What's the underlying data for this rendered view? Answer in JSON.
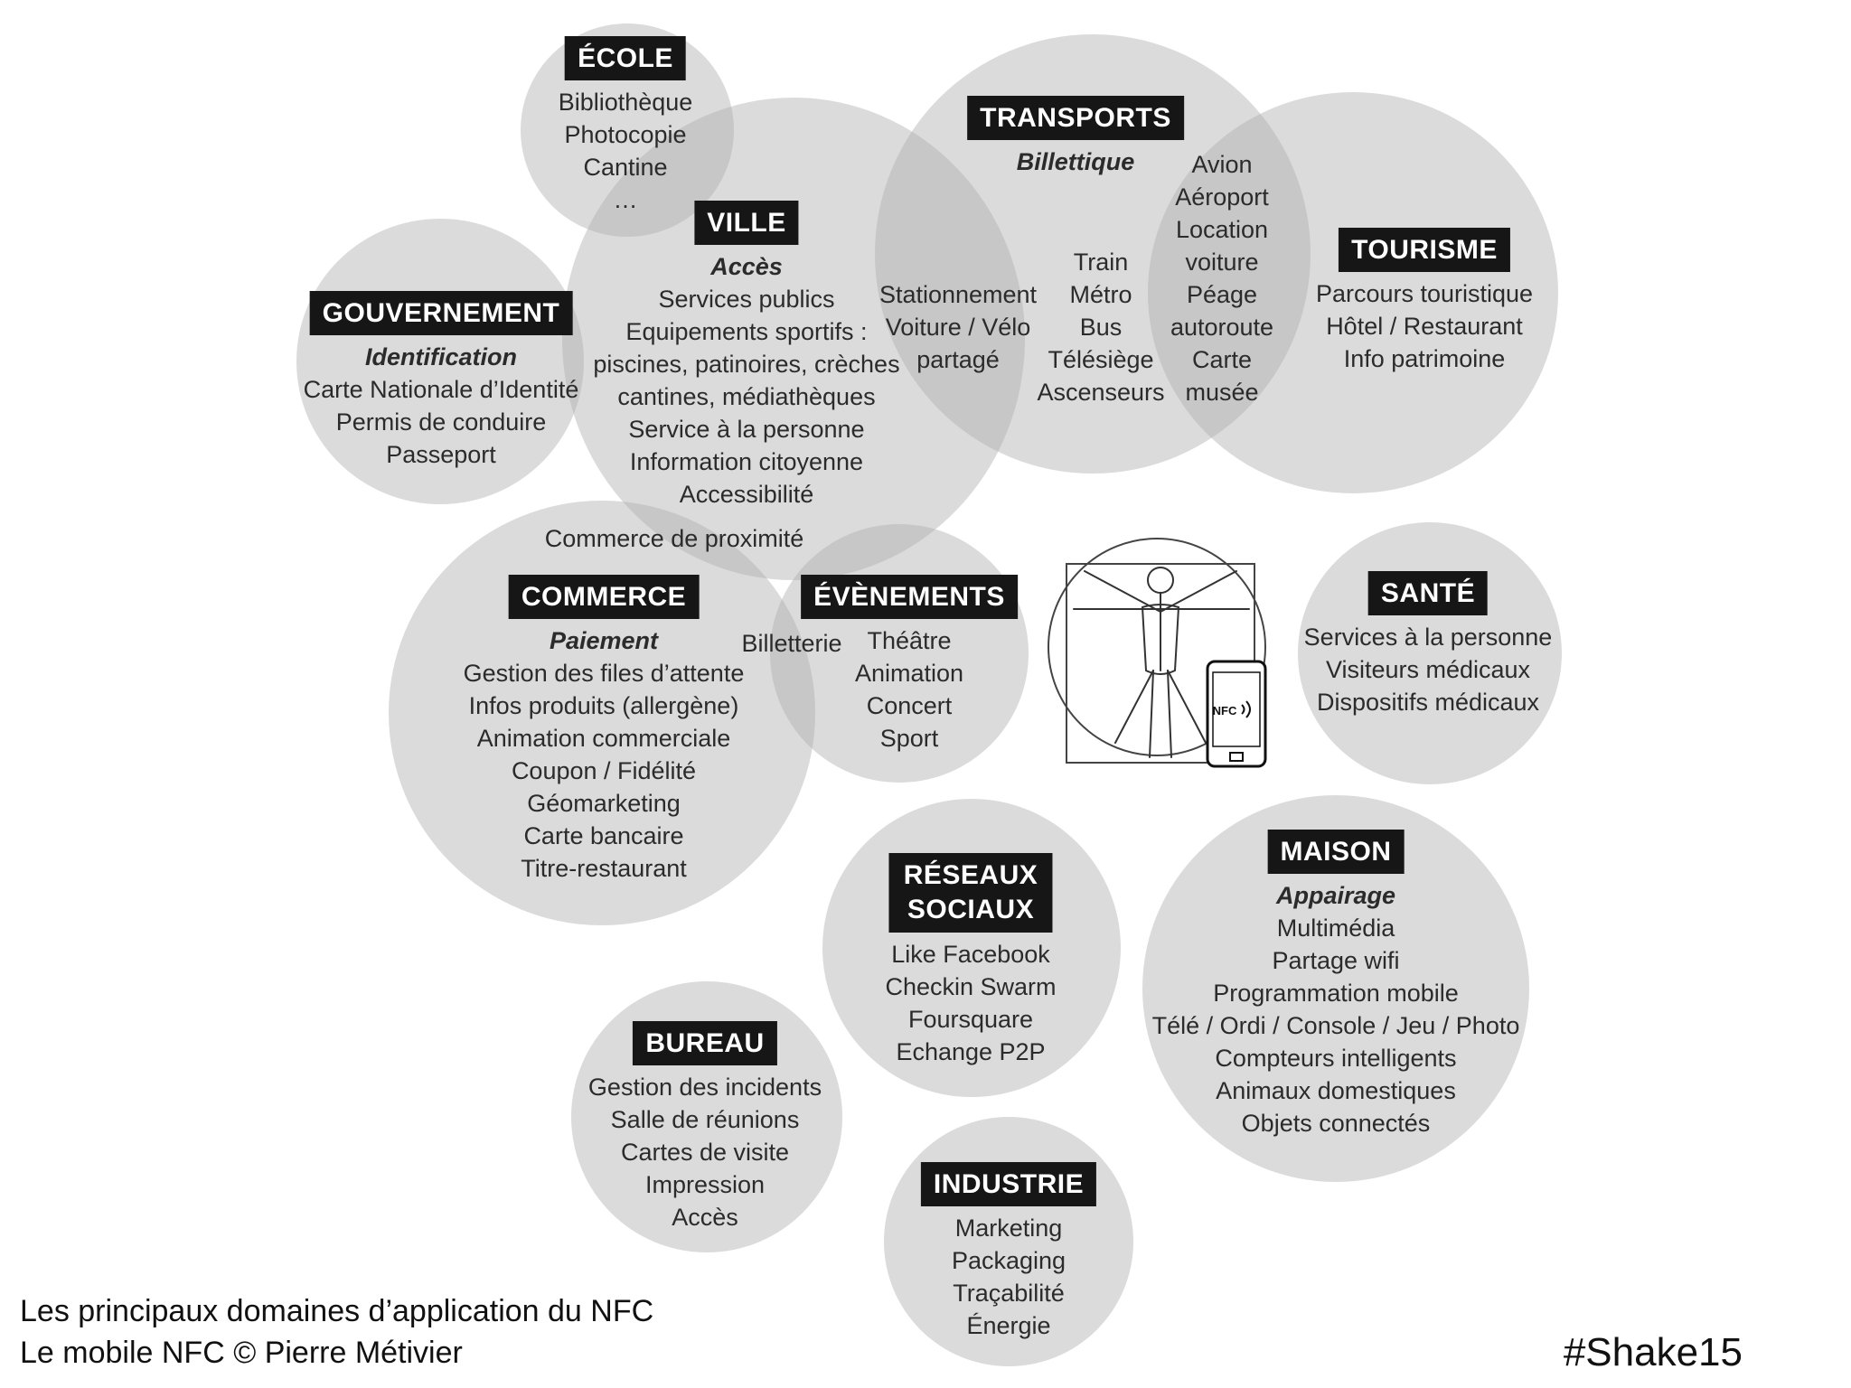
{
  "diagram": {
    "ecole": {
      "tag": "ÉCOLE",
      "lines": [
        "Bibliothèque",
        "Photocopie",
        "Cantine",
        "…"
      ]
    },
    "ville": {
      "tag": "VILLE",
      "sub": "Accès",
      "lines": [
        "Services publics",
        "Equipements sportifs :",
        "piscines, patinoires, crèches",
        "cantines, médiathèques",
        "Service à la personne",
        "Information citoyenne",
        "Accessibilité"
      ]
    },
    "gouvernement": {
      "tag": "GOUVERNEMENT",
      "sub": "Identification",
      "lines": [
        "Carte Nationale d’Identité",
        "Permis de conduire",
        "Passeport"
      ]
    },
    "transports": {
      "tag": "TRANSPORTS",
      "sub": "Billettique",
      "left_lines": [
        "Stationnement",
        "Voiture / Vélo",
        "partagé"
      ],
      "center_lines": [
        "Train",
        "Métro",
        "Bus",
        "Télésiège",
        "Ascenseurs"
      ],
      "right_lines": [
        "Avion",
        "Aéroport",
        "Location",
        "voiture",
        "Péage",
        "autoroute",
        "Carte",
        "musée"
      ]
    },
    "tourisme": {
      "tag": "TOURISME",
      "lines": [
        "Parcours touristique",
        "Hôtel / Restaurant",
        "Info patrimoine"
      ]
    },
    "commerce": {
      "tag": "COMMERCE",
      "sub": "Paiement",
      "top_line": "Commerce de proximité",
      "lines": [
        "Gestion des files d’attente",
        "Infos produits (allergène)",
        "Animation commerciale",
        "Coupon / Fidélité",
        "Géomarketing",
        "Carte bancaire",
        "Titre-restaurant"
      ]
    },
    "evenements": {
      "tag": "ÉVÈNEMENTS",
      "left_line": "Billetterie",
      "lines": [
        "Théâtre",
        "Animation",
        "Concert",
        "Sport"
      ]
    },
    "sante": {
      "tag": "SANTÉ",
      "lines": [
        "Services à la personne",
        "Visiteurs médicaux",
        "Dispositifs médicaux"
      ]
    },
    "reseaux": {
      "tag_line1": "RÉSEAUX",
      "tag_line2": "SOCIAUX",
      "lines": [
        "Like Facebook",
        "Checkin Swarm",
        "Foursquare",
        "Echange P2P"
      ]
    },
    "maison": {
      "tag": "MAISON",
      "sub": "Appairage",
      "lines": [
        "Multimédia",
        "Partage wifi",
        "Programmation mobile",
        "Télé / Ordi / Console / Jeu / Photo",
        "Compteurs intelligents",
        "Animaux domestiques",
        "Objets connectés"
      ]
    },
    "bureau": {
      "tag": "BUREAU",
      "lines": [
        "Gestion des incidents",
        "Salle de réunions",
        "Cartes de visite",
        "Impression",
        "Accès"
      ]
    },
    "industrie": {
      "tag": "INDUSTRIE",
      "lines": [
        "Marketing",
        "Packaging",
        "Traçabilité",
        "Énergie"
      ]
    },
    "phone_label": "NFC"
  },
  "caption": {
    "line1": "Les principaux domaines d’application du NFC",
    "line2": "Le mobile NFC © Pierre Métivier"
  },
  "hashtag": "#Shake15",
  "colors": {
    "circle": "#afafaf",
    "tag_bg": "#161616",
    "tag_text": "#ffffff",
    "text": "#2b2b2b"
  }
}
